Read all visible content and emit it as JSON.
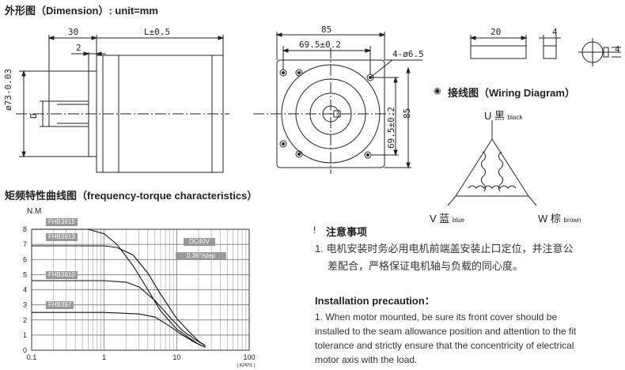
{
  "dimension": {
    "title": "外形图（Dimension）: unit=mm",
    "d30": "30",
    "l_tol": "L±0.5",
    "d2": "2",
    "d85": "85",
    "d695": "69.5±0.2",
    "holes": "4-ø6.5",
    "d695_v": "69.5±0.2",
    "d85_v": "85",
    "shaft_dia": "ø73-0.03",
    "shaft_d": "D",
    "key20": "20",
    "key4": "4",
    "key4b": "4"
  },
  "wiring": {
    "title": "接线图（Wiring Diagram）",
    "u_label": "U 黑",
    "u_color": "black",
    "v_label": "V 蓝",
    "v_color": "blue",
    "w_label": "W 棕",
    "w_color": "brown"
  },
  "chart": {
    "title": "矩频特性曲线图（frequency-torque characteristics）",
    "tags": [
      "FHB3915",
      "FHB3913",
      "FHB3910",
      "FHB397"
    ],
    "info1": "DC40V",
    "info2": "0.36°/step"
  },
  "chart_data": {
    "type": "line",
    "title": "矩频特性曲线图（frequency-torque characteristics）",
    "ylabel": "N.M",
    "xlabel": "KPPS",
    "xscale": "log",
    "xlim": [
      0.1,
      100
    ],
    "ylim": [
      0,
      8
    ],
    "xticks": [
      "0.1",
      "1",
      "10",
      "100"
    ],
    "yticks": [
      "0",
      "1",
      "2",
      "3",
      "4",
      "5",
      "6",
      "7",
      "8"
    ],
    "grid": true,
    "series": [
      {
        "name": "FHB3915",
        "x": [
          0.1,
          0.6,
          1.0,
          1.5,
          2.5,
          4,
          6,
          10,
          15,
          20,
          25
        ],
        "y": [
          8.0,
          8.0,
          7.7,
          7.0,
          5.6,
          4.0,
          2.6,
          1.4,
          0.8,
          0.4,
          0.2
        ]
      },
      {
        "name": "FHB3913",
        "x": [
          0.1,
          1.0,
          1.5,
          2.5,
          4,
          6,
          10,
          15,
          20,
          25
        ],
        "y": [
          6.9,
          6.9,
          6.8,
          6.3,
          5.1,
          3.7,
          2.1,
          1.2,
          0.6,
          0.3
        ]
      },
      {
        "name": "FHB3910",
        "x": [
          0.1,
          1.0,
          2.0,
          3.0,
          5,
          8,
          12,
          18,
          25
        ],
        "y": [
          4.6,
          4.6,
          4.5,
          4.2,
          3.3,
          2.2,
          1.3,
          0.7,
          0.3
        ]
      },
      {
        "name": "FHB397",
        "x": [
          0.1,
          1.0,
          3.0,
          5.0,
          8,
          12,
          18,
          25
        ],
        "y": [
          2.5,
          2.5,
          2.4,
          2.2,
          1.6,
          1.0,
          0.5,
          0.2
        ]
      }
    ]
  },
  "notice": {
    "title": "注意事项",
    "item1_line1": "1. 电机安装时务必用电机前端盖安装止口定位，并注意公",
    "item1_line2": "差配合，严格保证电机轴与负载的同心度。"
  },
  "install": {
    "title": "Installation precaution：",
    "line1": "1. When motor mounted, be sure its front cover should be",
    "line2": "installed to the seam allowance position and attention to the fit",
    "line3": "tolerance and strictly ensure that the concentricity of electrical",
    "line4": "motor axis with the load."
  }
}
